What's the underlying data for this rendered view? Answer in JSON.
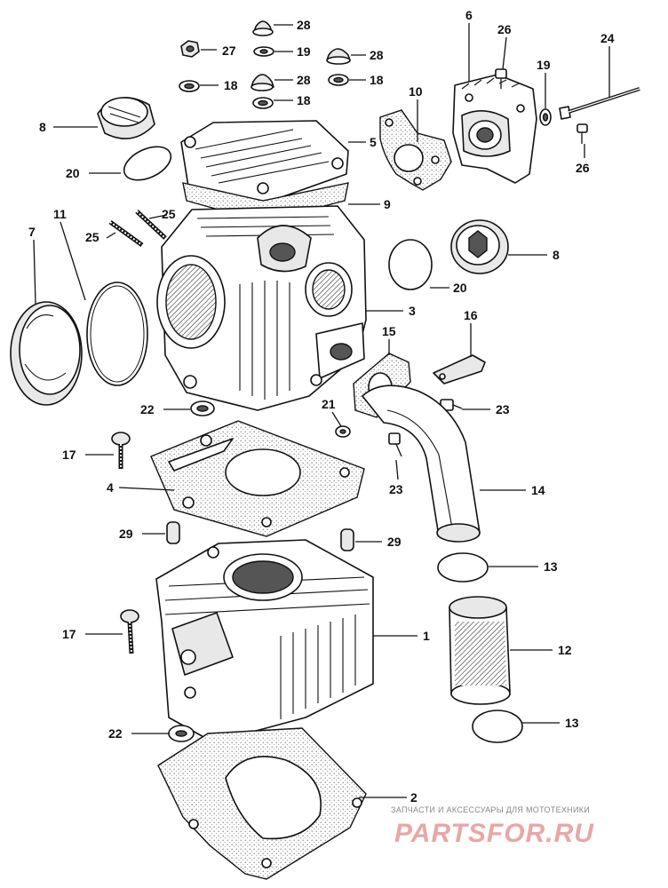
{
  "diagram": {
    "labels": [
      {
        "id": "c28a",
        "text": "28"
      },
      {
        "id": "c27",
        "text": "27"
      },
      {
        "id": "c19a",
        "text": "19"
      },
      {
        "id": "c28b",
        "text": "28"
      },
      {
        "id": "c18a",
        "text": "18"
      },
      {
        "id": "c28c",
        "text": "28"
      },
      {
        "id": "c18b",
        "text": "18"
      },
      {
        "id": "c18c",
        "text": "18"
      },
      {
        "id": "c6",
        "text": "6"
      },
      {
        "id": "c26a",
        "text": "26"
      },
      {
        "id": "c19b",
        "text": "19"
      },
      {
        "id": "c24",
        "text": "24"
      },
      {
        "id": "c8a",
        "text": "8"
      },
      {
        "id": "c10",
        "text": "10"
      },
      {
        "id": "c5",
        "text": "5"
      },
      {
        "id": "c26b",
        "text": "26"
      },
      {
        "id": "c20a",
        "text": "20"
      },
      {
        "id": "c9",
        "text": "9"
      },
      {
        "id": "c11",
        "text": "11"
      },
      {
        "id": "c7",
        "text": "7"
      },
      {
        "id": "c25a",
        "text": "25"
      },
      {
        "id": "c25b",
        "text": "25"
      },
      {
        "id": "c8b",
        "text": "8"
      },
      {
        "id": "c20b",
        "text": "20"
      },
      {
        "id": "c3",
        "text": "3"
      },
      {
        "id": "c16",
        "text": "16"
      },
      {
        "id": "c15",
        "text": "15"
      },
      {
        "id": "c22a",
        "text": "22"
      },
      {
        "id": "c21",
        "text": "21"
      },
      {
        "id": "c23a",
        "text": "23"
      },
      {
        "id": "c17a",
        "text": "17"
      },
      {
        "id": "c4",
        "text": "4"
      },
      {
        "id": "c23b",
        "text": "23"
      },
      {
        "id": "c14",
        "text": "14"
      },
      {
        "id": "c29a",
        "text": "29"
      },
      {
        "id": "c29b",
        "text": "29"
      },
      {
        "id": "c13a",
        "text": "13"
      },
      {
        "id": "c17b",
        "text": "17"
      },
      {
        "id": "c1",
        "text": "1"
      },
      {
        "id": "c12",
        "text": "12"
      },
      {
        "id": "c22b",
        "text": "22"
      },
      {
        "id": "c13b",
        "text": "13"
      },
      {
        "id": "c2",
        "text": "2"
      }
    ]
  },
  "watermark": {
    "tagline": "ЗАПЧАСТИ И АКСЕССУАРЫ ДЛЯ МОТОТЕХНИКИ",
    "brand": "PARTSFOR.RU"
  }
}
